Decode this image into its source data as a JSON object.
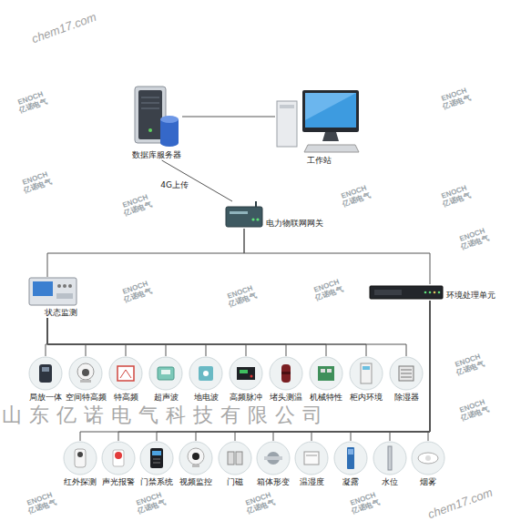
{
  "diagram": {
    "nodes": [
      {
        "text": [
          "数据库服务器"
        ]
      },
      {
        "text": [
          "工作站"
        ]
      },
      {
        "text": [
          "电力物联网网关"
        ]
      },
      {
        "text": [
          "状态监测"
        ]
      },
      {
        "text": [
          "环境处理单元"
        ]
      },
      {
        "text": [
          "局放一体"
        ]
      },
      {
        "text": [
          "空间特高频"
        ]
      },
      {
        "text": [
          "特高频"
        ]
      },
      {
        "text": [
          "超声波"
        ]
      },
      {
        "text": [
          "地电波"
        ]
      },
      {
        "text": [
          "高频脉冲"
        ]
      },
      {
        "text": [
          "堵头测温"
        ]
      },
      {
        "text": [
          "机械特性"
        ]
      },
      {
        "text": [
          "柜内环境"
        ]
      },
      {
        "text": [
          "除湿器"
        ]
      },
      {
        "text": [
          "红外探测"
        ]
      },
      {
        "text": [
          "声光报警"
        ]
      },
      {
        "text": [
          "门禁系统"
        ]
      },
      {
        "text": [
          "视频监控"
        ]
      },
      {
        "text": [
          "门磁"
        ]
      },
      {
        "text": [
          "箱体形变"
        ]
      },
      {
        "text": [
          "温湿度"
        ]
      },
      {
        "text": [
          "凝露"
        ]
      },
      {
        "text": [
          "水位"
        ]
      },
      {
        "text": [
          "烟雾"
        ]
      }
    ],
    "edges": [
      {
        "from": 0,
        "to": 1,
        "arrow": "none"
      },
      {
        "from": 0,
        "to": 2,
        "label": "4G上传",
        "arrow": "none"
      },
      {
        "from": 2,
        "to": 3,
        "arrow": "none"
      },
      {
        "from": 2,
        "to": 4,
        "arrow": "none"
      },
      {
        "from": 3,
        "to": 5,
        "arrow": "none"
      },
      {
        "from": 3,
        "to": 6,
        "arrow": "none"
      },
      {
        "from": 3,
        "to": 7,
        "arrow": "none"
      },
      {
        "from": 3,
        "to": 8,
        "arrow": "none"
      },
      {
        "from": 3,
        "to": 9,
        "arrow": "none"
      },
      {
        "from": 3,
        "to": 10,
        "arrow": "none"
      },
      {
        "from": 3,
        "to": 11,
        "arrow": "none"
      },
      {
        "from": 3,
        "to": 12,
        "arrow": "none"
      },
      {
        "from": 3,
        "to": 13,
        "arrow": "none"
      },
      {
        "from": 3,
        "to": 14,
        "arrow": "none"
      },
      {
        "from": 4,
        "to": 15,
        "arrow": "none"
      },
      {
        "from": 4,
        "to": 16,
        "arrow": "none"
      },
      {
        "from": 4,
        "to": 17,
        "arrow": "none"
      },
      {
        "from": 4,
        "to": 18,
        "arrow": "none"
      },
      {
        "from": 4,
        "to": 19,
        "arrow": "none"
      },
      {
        "from": 4,
        "to": 20,
        "arrow": "none"
      },
      {
        "from": 4,
        "to": 21,
        "arrow": "none"
      },
      {
        "from": 4,
        "to": 22,
        "arrow": "none"
      },
      {
        "from": 4,
        "to": 23,
        "arrow": "none"
      },
      {
        "from": 4,
        "to": 24,
        "arrow": "none"
      }
    ],
    "labels": [
      "chem17.com",
      "ENOCH 亿诺电气",
      "ENOCH 亿诺电气",
      "ENOCH 亿诺电气",
      "ENOCH 亿诺电气",
      "ENOCH 亿诺电气",
      "ENOCH 亿诺电气",
      "ENOCH 亿诺电气",
      "ENOCH 亿诺电气",
      "ENOCH 亿诺电气",
      "ENOCH 亿诺电气",
      "ENOCH 亿诺电气",
      "ENOCH 亿诺电气",
      "山东亿诺电气科技有限公司",
      "ENOCH 亿诺电气",
      "ENOCH 亿诺电气",
      "ENOCH 亿诺电气",
      "ENOCH 亿诺电气",
      "chem17.com"
    ]
  }
}
